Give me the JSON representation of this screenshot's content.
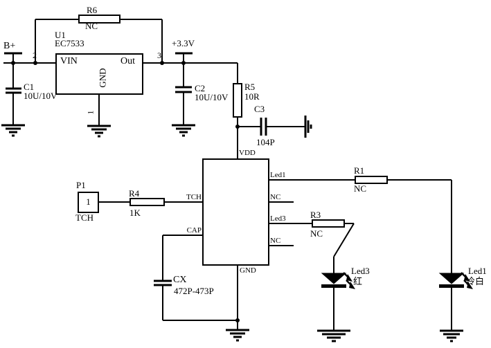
{
  "colors": {
    "line": "#000000",
    "background": "#ffffff"
  },
  "power": {
    "b_plus_label": "B+",
    "v33_label": "+3.3V"
  },
  "regulator": {
    "ref": "U1",
    "part": "EC7533",
    "pin_vin": "VIN",
    "pin_out": "Out",
    "pin_gnd": "GND",
    "pin_num_vin": "2",
    "pin_num_out": "3",
    "pin_num_gnd": "1"
  },
  "controller": {
    "pin_vdd": "VDD",
    "pin_gnd": "GND",
    "pin_tch": "TCH",
    "pin_cap": "CAP",
    "pin_led1": "Led1",
    "pin_nc_top": "NC",
    "pin_led3": "Led3",
    "pin_nc_bottom": "NC"
  },
  "connector": {
    "ref": "P1",
    "pin_num": "1",
    "net_label": "TCH"
  },
  "resistors": {
    "r6": {
      "ref": "R6",
      "value": "NC"
    },
    "r5": {
      "ref": "R5",
      "value": "10R"
    },
    "r4": {
      "ref": "R4",
      "value": "1K"
    },
    "r1": {
      "ref": "R1",
      "value": "NC"
    },
    "r3": {
      "ref": "R3",
      "value": "NC"
    }
  },
  "capacitors": {
    "c1": {
      "ref": "C1",
      "value": "10U/10V"
    },
    "c2": {
      "ref": "C2",
      "value": "10U/10V"
    },
    "c3": {
      "ref": "C3",
      "value": "104P"
    },
    "cx": {
      "ref": "CX",
      "value": "472P-473P"
    }
  },
  "leds": {
    "led3": {
      "ref": "Led3",
      "color_label": "红"
    },
    "led1": {
      "ref": "Led1",
      "color_label": "冷白"
    }
  }
}
